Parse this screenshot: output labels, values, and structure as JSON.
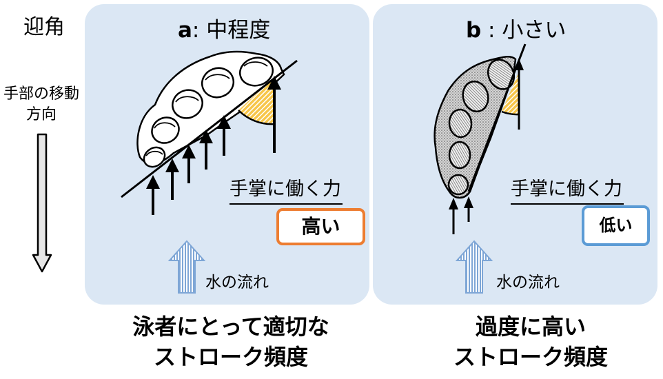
{
  "side_labels": {
    "angle": "迎角",
    "hand_direction": "手部の移動方向"
  },
  "panel_a": {
    "title_letter": "a",
    "title_text": ": 中程度",
    "force_label": "手掌に働く力",
    "force_level": "高い",
    "flow_label": "水の流れ",
    "caption": "泳者にとって適切な\nストローク頻度"
  },
  "panel_b": {
    "title_letter": "b",
    "title_text": " : 小さい",
    "force_label": "手掌に働く力",
    "force_level": "低い",
    "flow_label": "水の流れ",
    "caption": "過度に高い\nストローク頻度"
  },
  "colors": {
    "panel_background": "#dbe7f4",
    "high_badge_border": "#ed7d31",
    "low_badge_border": "#5b9bd5",
    "angle_wedge": "#f7c64a",
    "flow_arrow": "#7ea6d6"
  }
}
